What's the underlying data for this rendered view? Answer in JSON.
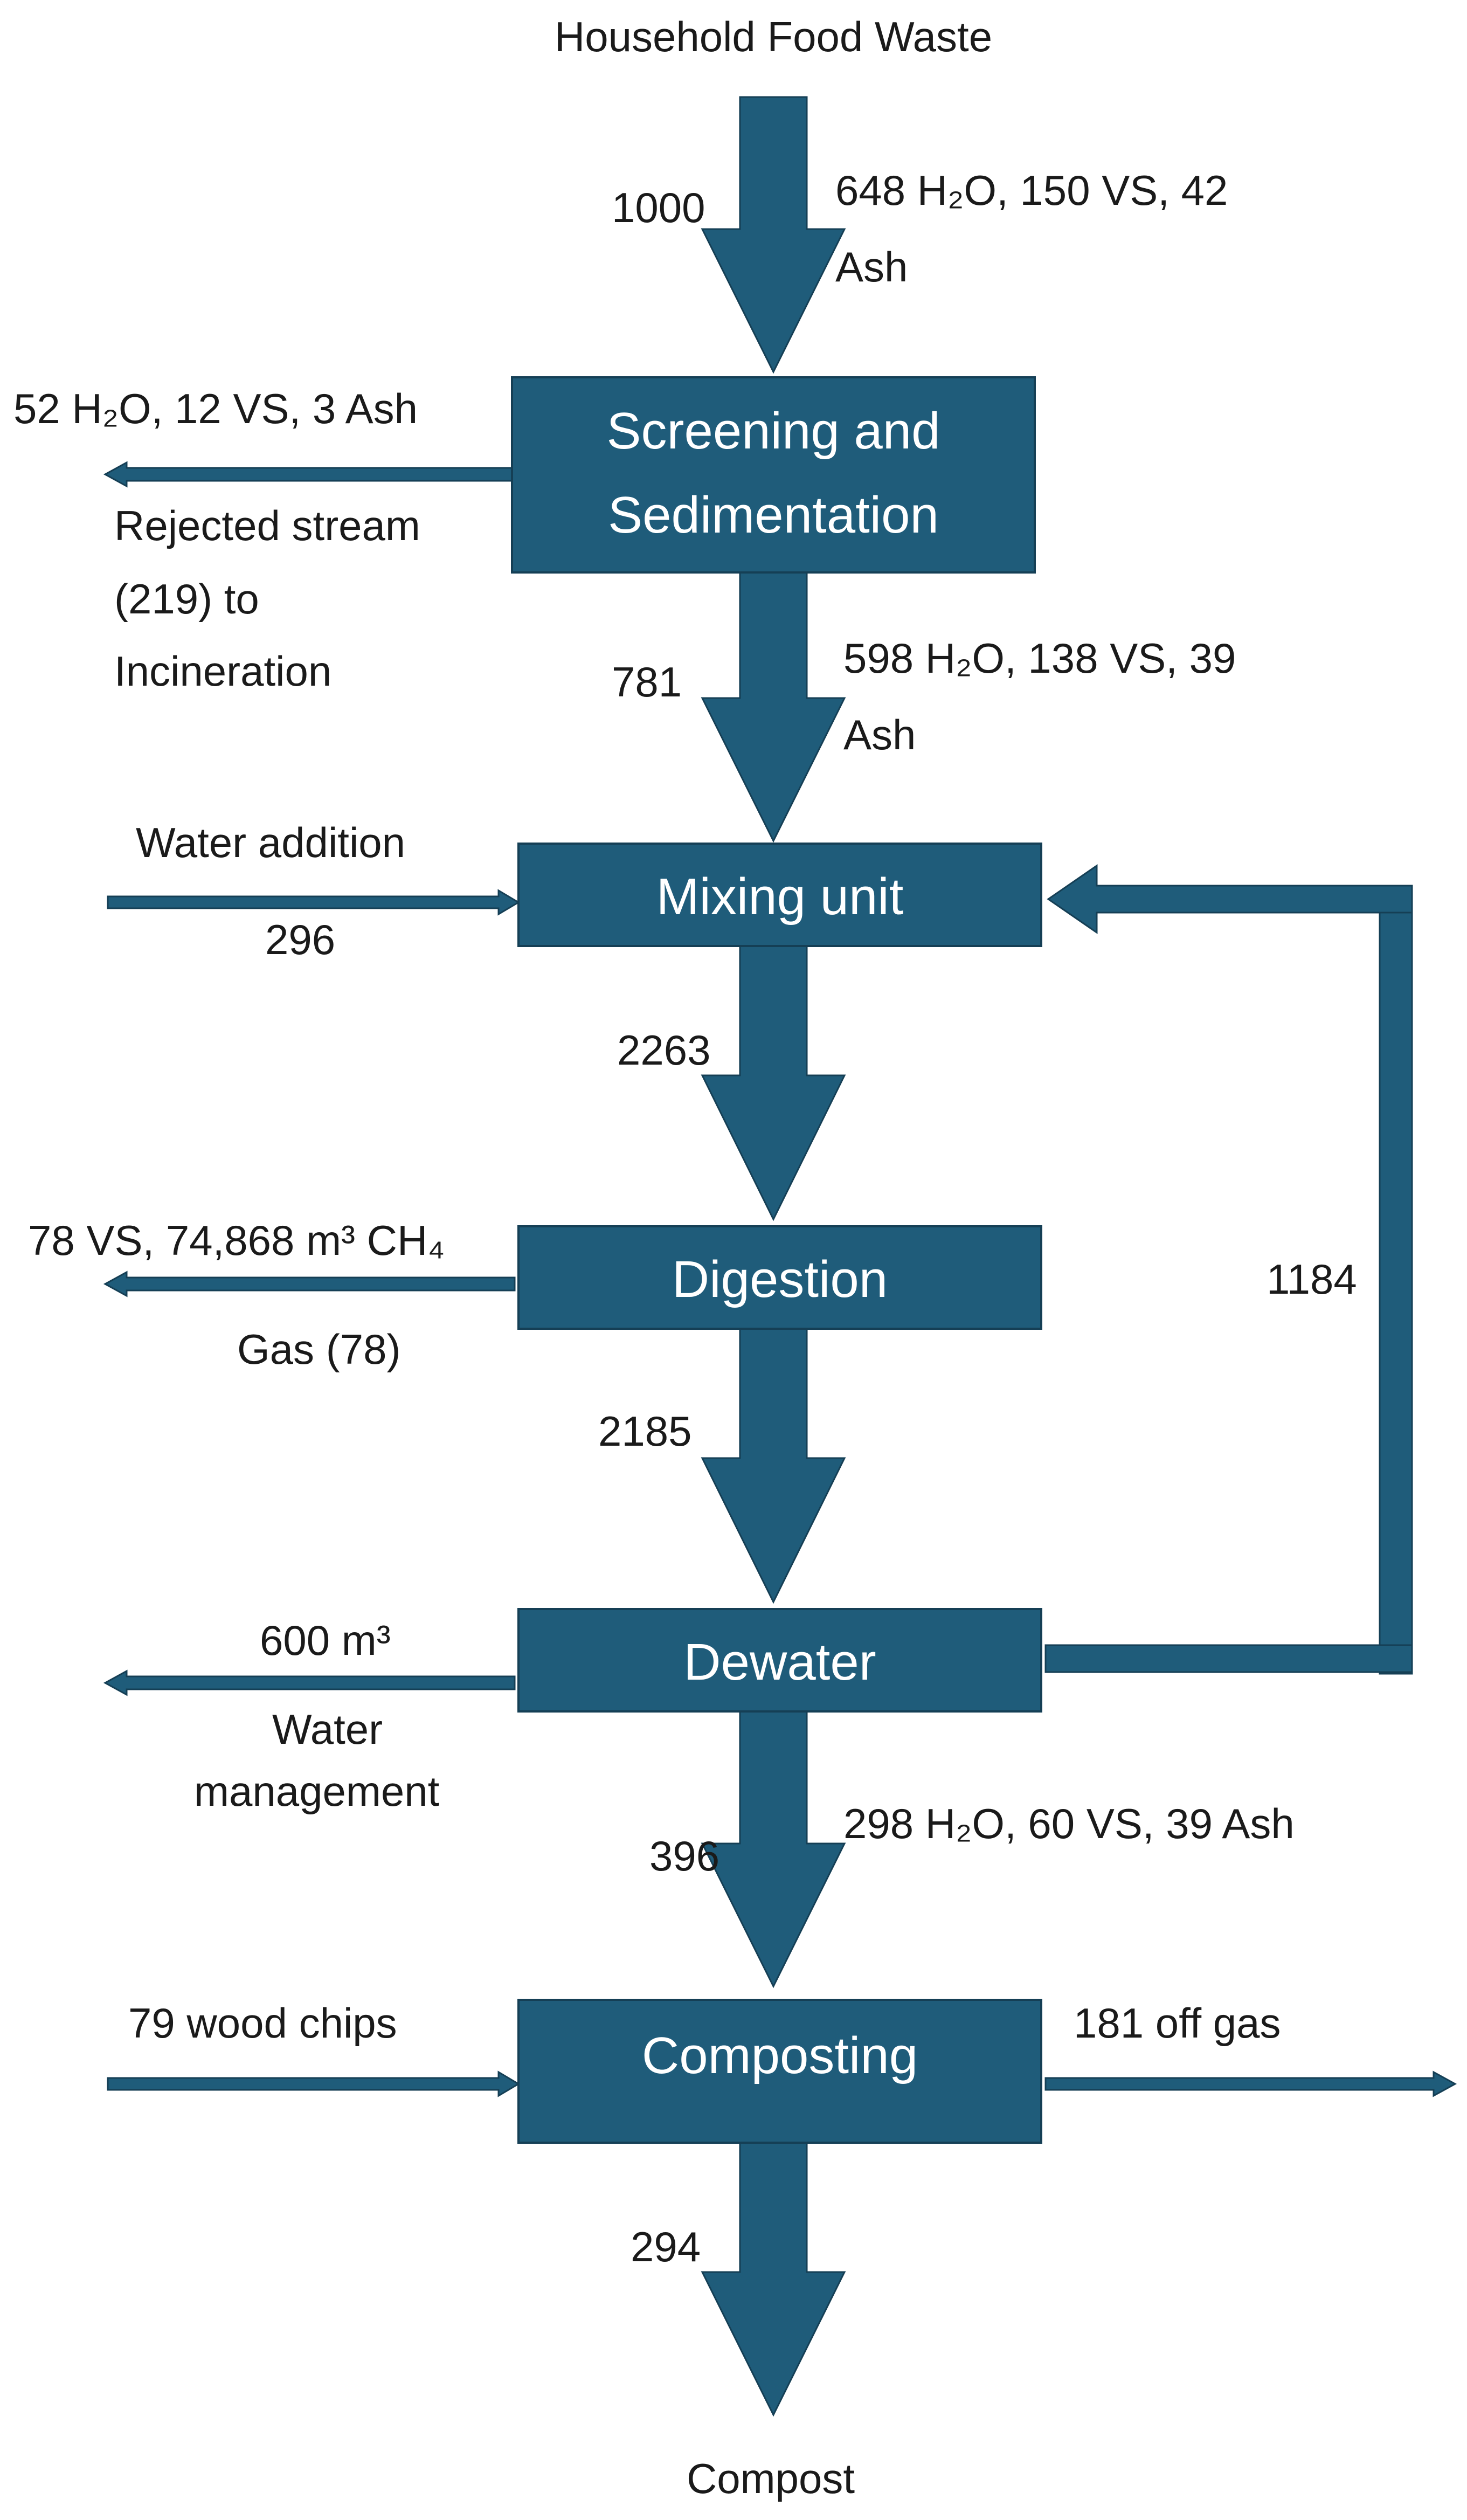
{
  "nodes": {
    "screening_line1": "Screening and",
    "screening_line2": "Sedimentation",
    "mixing": "Mixing unit",
    "digestion": "Digestion",
    "dewater": "Dewater",
    "composting": "Composting"
  },
  "terminals": {
    "input": "Household Food Waste",
    "output": "Compost"
  },
  "flows": {
    "input_total": "1000",
    "input_composition_line1": "648 H₂O, 150 VS, 42",
    "input_composition_line2": "Ash",
    "rejected_composition": "52 H₂O, 12 VS, 3 Ash",
    "rejected_line1": "Rejected stream",
    "rejected_line2": "(219) to",
    "rejected_line3": "Incineration",
    "screened_total": "781",
    "screened_composition_line1": "598 H₂O, 138 VS, 39",
    "screened_composition_line2": "Ash",
    "water_addition_label": "Water addition",
    "water_addition_value": "296",
    "mixed_total": "2263",
    "gas_composition": "78 VS, 74,868 m³ CH₄",
    "gas_label": "Gas (78)",
    "digested_total": "2185",
    "recycle_value": "1184",
    "water_out_value": "600 m³",
    "water_out_line1": "Water",
    "water_out_line2": "management",
    "dewatered_total": "396",
    "dewatered_composition": "298 H₂O, 60 VS, 39 Ash",
    "wood_chips": "79 wood chips",
    "off_gas": "181 off gas",
    "compost_total": "294"
  },
  "colors": {
    "process_fill": "#1f5c7a",
    "process_text": "#ffffff",
    "label_text": "#1a1a1a"
  }
}
